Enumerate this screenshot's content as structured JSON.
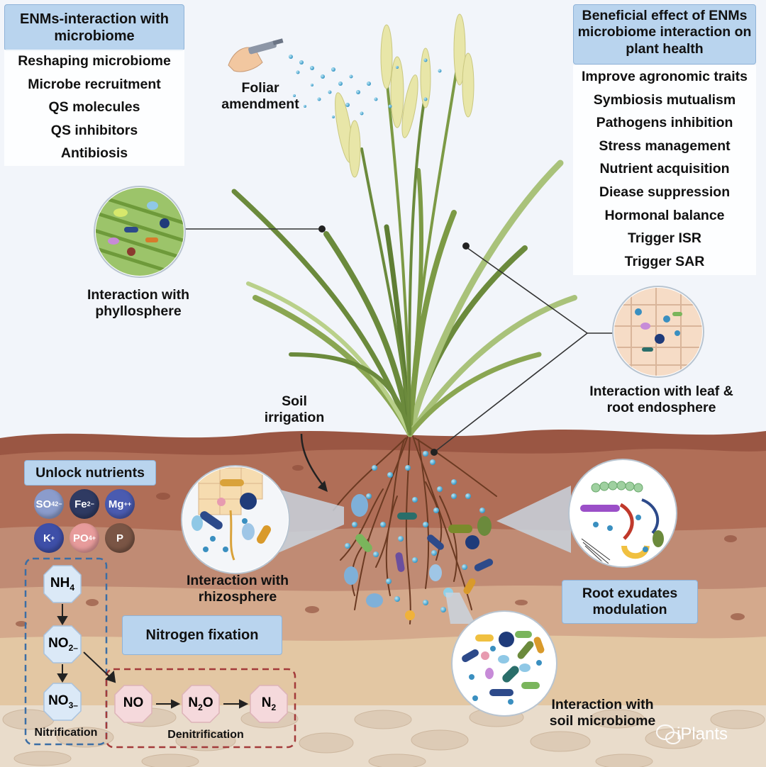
{
  "title_left": "ENMs-interaction with microbiome",
  "left_list": [
    "Reshaping microbiome",
    "Microbe recruitment",
    "QS molecules",
    "QS inhibitors",
    "Antibiosis"
  ],
  "title_right": "Beneficial effect of ENMs microbiome interaction on plant health",
  "right_list": [
    "Improve agronomic traits",
    "Symbiosis mutualism",
    "Pathogens inhibition",
    "Stress management",
    "Nutrient acquisition",
    "Diease suppression",
    "Hormonal balance",
    "Trigger ISR",
    "Trigger SAR"
  ],
  "labels": {
    "foliar": "Foliar amendment",
    "phyllosphere": "Interaction with phyllosphere",
    "endosphere": "Interaction with leaf & root endosphere",
    "soil_irrigation": "Soil irrigation",
    "rhizosphere": "Interaction with rhizosphere",
    "soil_microbiome": "Interaction with soil microbiome",
    "root_exudates": "Root exudates modulation",
    "nitrogen_fixation": "Nitrogen fixation",
    "unlock_nutrients": "Unlock nutrients",
    "nitrification": "Nitrification",
    "denitrification": "Denitrification",
    "watermark": "iPlants"
  },
  "nutrients": [
    {
      "sym": "SO",
      "sub": "4",
      "sup": "2−",
      "color": "#8b9ccc"
    },
    {
      "sym": "Fe",
      "sub": "2",
      "sup": "−",
      "color": "#2f3a62"
    },
    {
      "sym": "Mg",
      "sub": "",
      "sup": "++",
      "color": "#4a5bb0"
    },
    {
      "sym": "K",
      "sub": "",
      "sup": "+",
      "color": "#3e4fa8"
    },
    {
      "sym": "PO",
      "sub": "",
      "sup": "4+",
      "color": "#e79b9b"
    },
    {
      "sym": "P",
      "sub": "",
      "sup": "",
      "color": "#7a5545"
    }
  ],
  "nitrification_chain": [
    {
      "sym": "NH",
      "sub": "4",
      "suffix": ""
    },
    {
      "sym": "NO",
      "sub": "2",
      "suffix": "–"
    },
    {
      "sym": "NO",
      "sub": "3",
      "suffix": "–"
    }
  ],
  "denitrification_chain": [
    {
      "sym": "NO",
      "sub": "",
      "suffix": ""
    },
    {
      "sym": "N",
      "sub": "2",
      "suffix": "O"
    },
    {
      "sym": "N",
      "sub": "2",
      "suffix": ""
    }
  ],
  "colors": {
    "sky": "#f3f6fb",
    "box_blue": "#b9d4ee",
    "soil_top": "#a8614c",
    "soil_mid": "#c28a72",
    "soil_sand": "#e2c7a2",
    "leaf": "#6b8a3c",
    "leaf_light": "#a9c27a",
    "nitri_border": "#3b6ea5",
    "denitri_border": "#a33a3a"
  }
}
